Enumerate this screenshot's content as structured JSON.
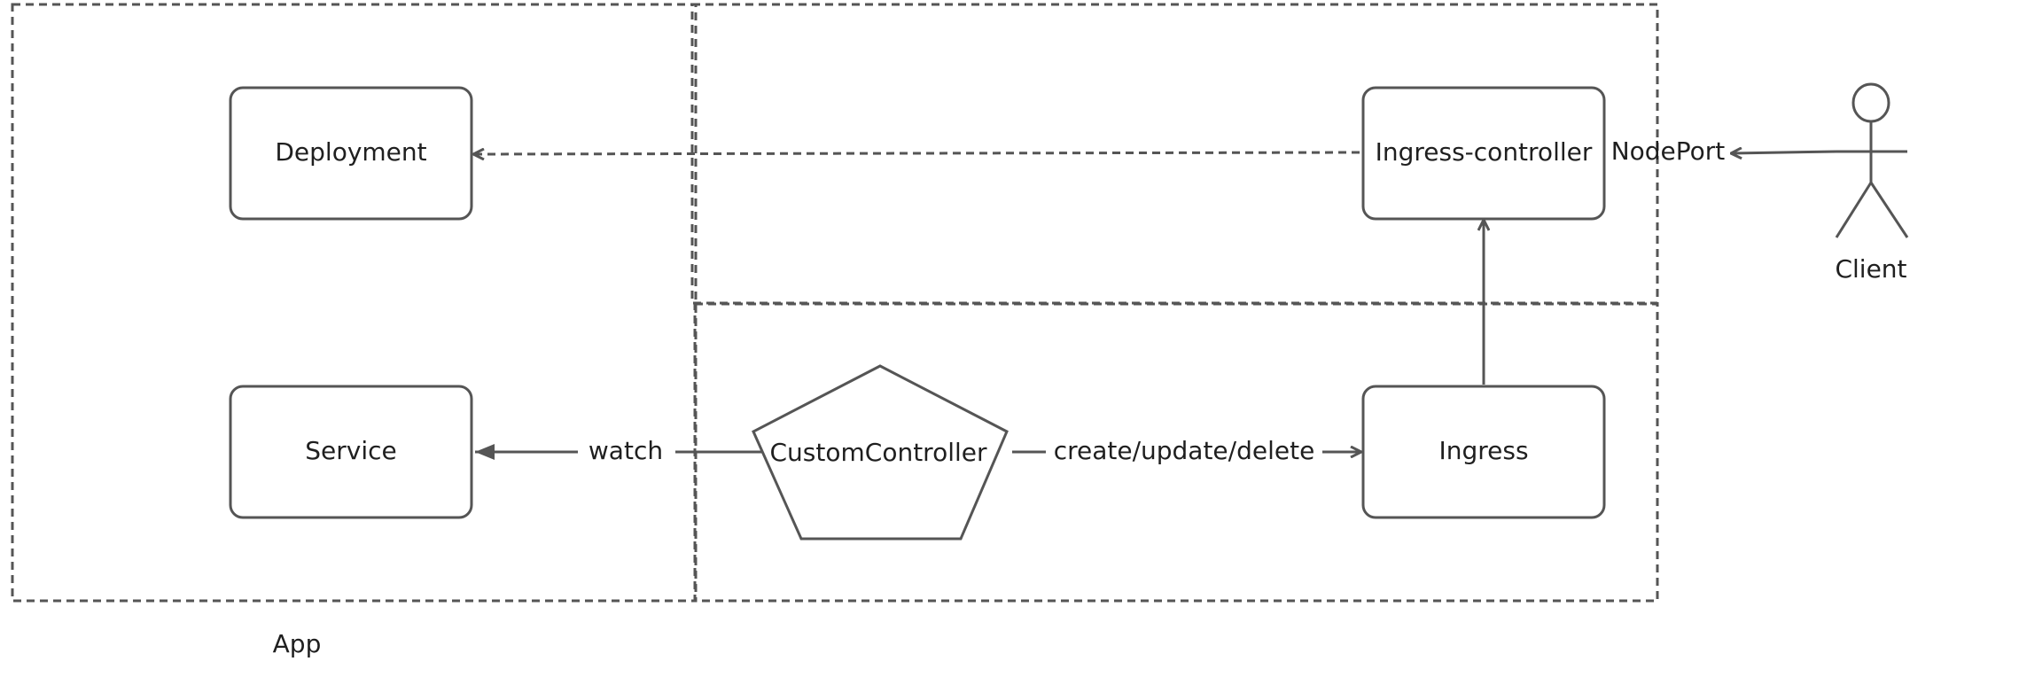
{
  "diagram": {
    "nodes": {
      "deployment": "Deployment",
      "service": "Service",
      "ingress_controller": "Ingress-controller",
      "ingress": "Ingress",
      "custom_controller": "CustomController",
      "client": "Client"
    },
    "edges": {
      "watch": "watch",
      "create_update_delete": "create/update/delete",
      "nodeport": "NodePort"
    },
    "groups": {
      "app": "App"
    }
  },
  "colors": {
    "stroke": "#555555",
    "text": "#1f1f1f",
    "background": "#ffffff"
  }
}
